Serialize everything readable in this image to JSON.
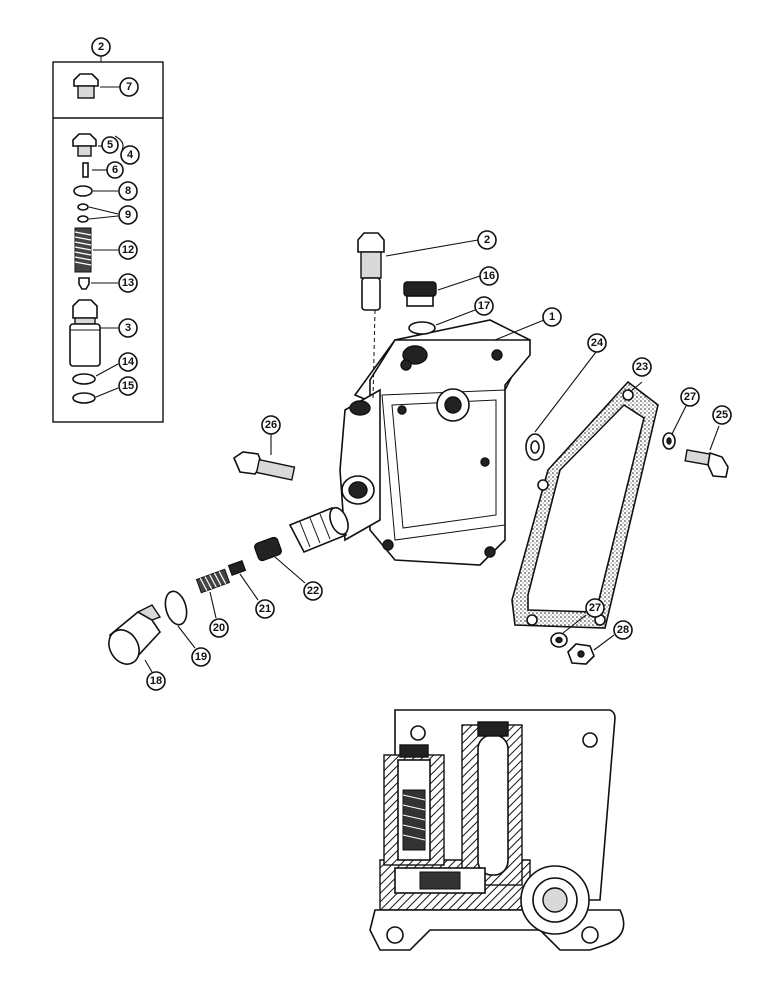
{
  "callouts": {
    "inset_header": "2",
    "c1": "1",
    "c2": "2",
    "c3": "3",
    "c4": "4",
    "c5": "5",
    "c6": "6",
    "c7": "7",
    "c8": "8",
    "c9": "9",
    "c12": "12",
    "c13": "13",
    "c14": "14",
    "c15": "15",
    "c16": "16",
    "c17": "17",
    "c18": "18",
    "c19": "19",
    "c20": "20",
    "c21": "21",
    "c22": "22",
    "c23": "23",
    "c24": "24",
    "c25": "25",
    "c26": "26",
    "c27a": "27",
    "c27b": "27",
    "c28": "28"
  },
  "colors": {
    "ink": "#111111",
    "paper": "#ffffff"
  }
}
